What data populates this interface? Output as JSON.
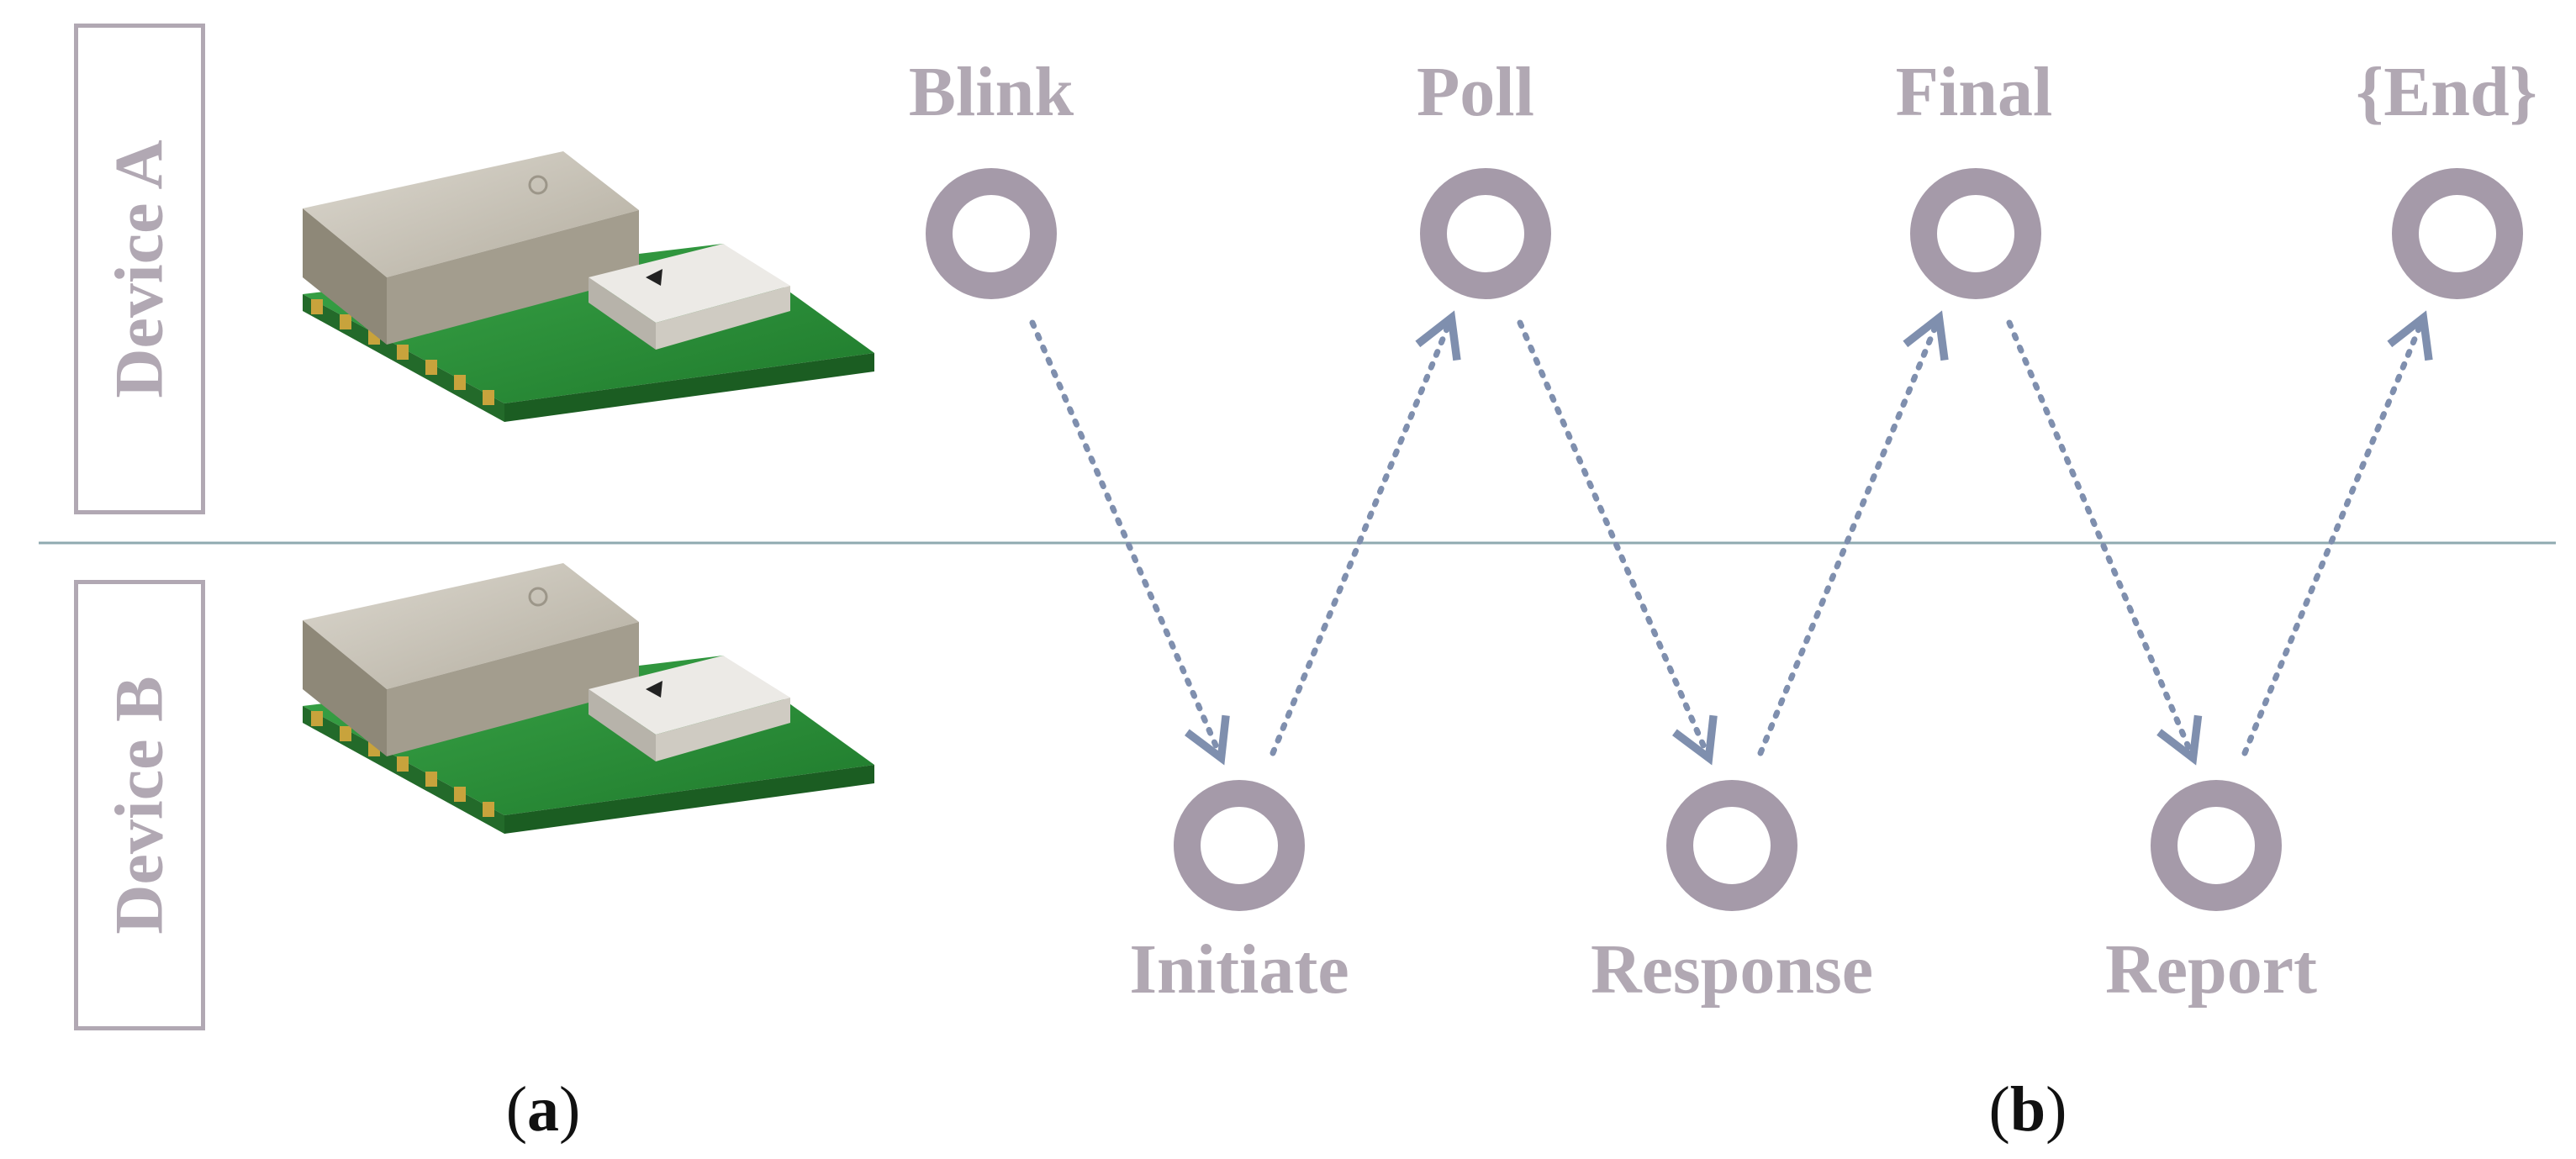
{
  "devices": [
    {
      "label": "Device A"
    },
    {
      "label": "Device B"
    }
  ],
  "sequence": [
    {
      "label": "Blink",
      "device": "Device A"
    },
    {
      "label": "Initiate",
      "device": "Device B"
    },
    {
      "label": "Poll",
      "device": "Device A"
    },
    {
      "label": "Response",
      "device": "Device B"
    },
    {
      "label": "Final",
      "device": "Device A"
    },
    {
      "label": "Report",
      "device": "Device B"
    },
    {
      "label": "{End}",
      "device": "Device A"
    }
  ],
  "panels": {
    "a": {
      "open": "(",
      "letter": "a",
      "close": ")"
    },
    "b": {
      "open": "(",
      "letter": "b",
      "close": ")"
    }
  },
  "colors": {
    "label_gray": "#b1a8b3",
    "node_ring": "#a59aa9",
    "arrow_blue": "#7f8fae",
    "divider": "#8faab0",
    "pcb_green": "#2d8d3a",
    "shield_metal": "#c2bcae"
  }
}
